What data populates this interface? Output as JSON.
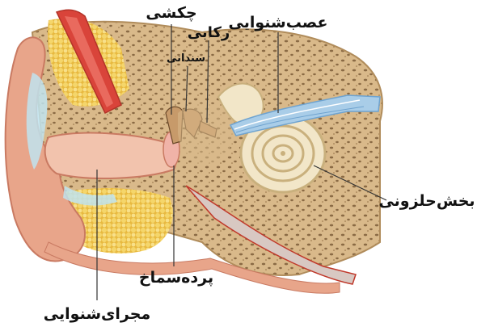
{
  "labels": {
    "hammer": "چکشی",
    "anvil": "سندانی",
    "stirrup": "رکابی",
    "auditory_nerve": "عصب‌شنوایی",
    "cochlea": "بخش‌حلزونی",
    "eardrum": "پرده‌سماخ",
    "ear_canal": "مجرای‌شنوایی"
  },
  "colors": {
    "skin": "#e8a58a",
    "skin_dark": "#c97a62",
    "canal": "#f2c3ad",
    "bone": "#d9b98a",
    "bone_dark": "#b08c5b",
    "bone_dots": "#8a6a44",
    "fat": "#f5d66a",
    "fat_edge": "#e8b940",
    "cartilage": "#bfe3ee",
    "muscle": "#d9443a",
    "muscle_light": "#f07a6e",
    "cochlea": "#f2e6c8",
    "cochlea_line": "#c9b07d",
    "nerve": "#a9cde8",
    "nerve_dark": "#6fa3cf",
    "vessel": "#c0392b",
    "tube": "#d8c8c2",
    "leader": "#333333"
  }
}
